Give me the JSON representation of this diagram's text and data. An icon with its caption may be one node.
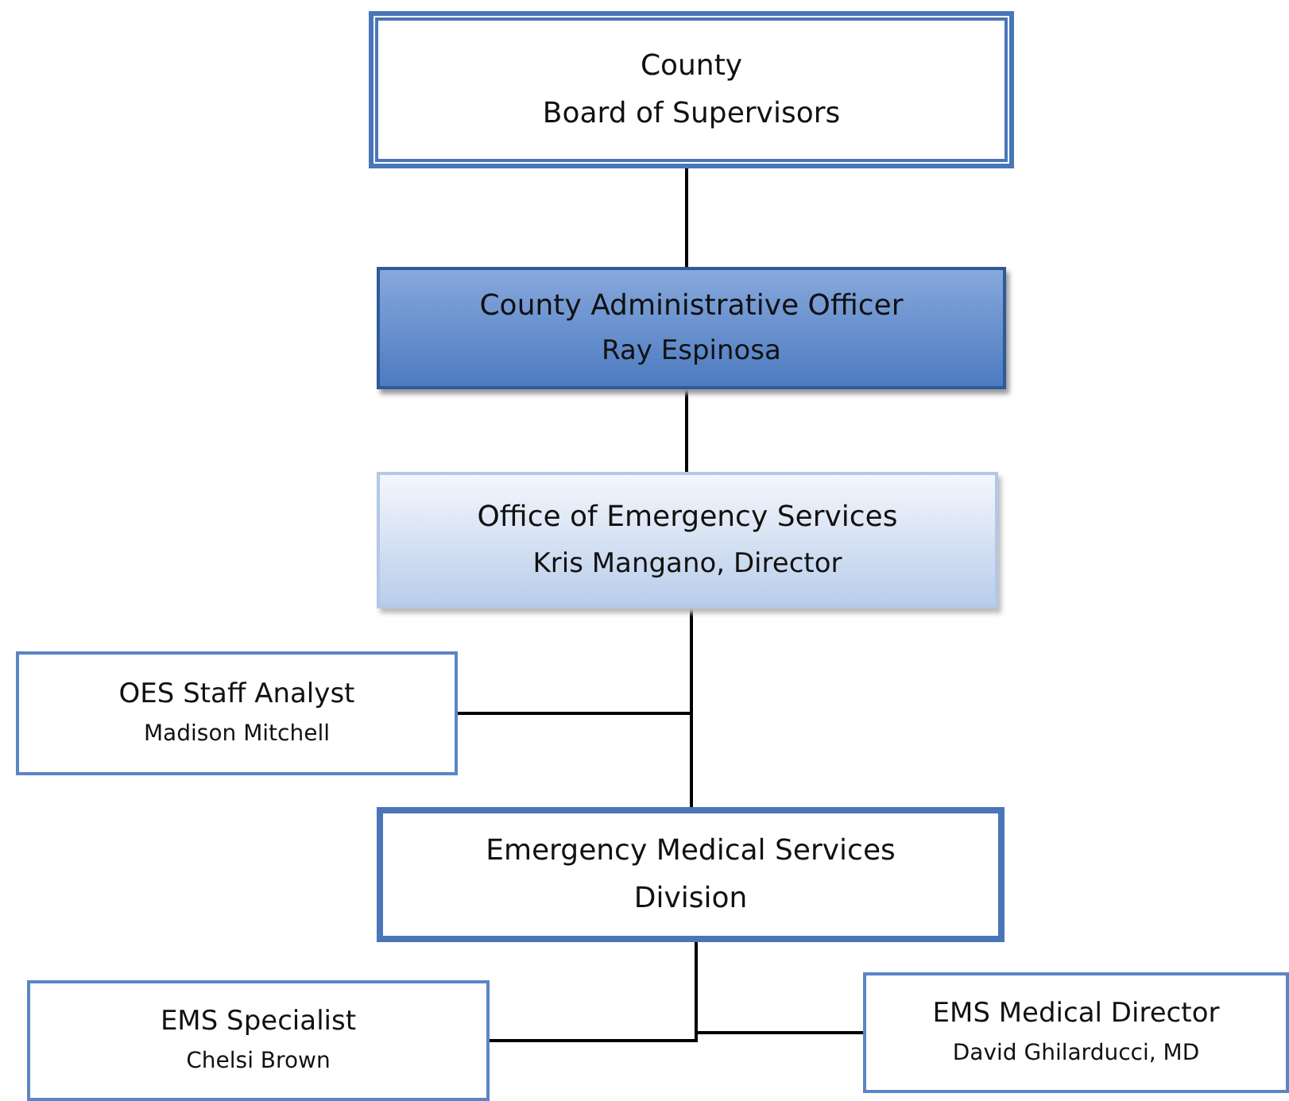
{
  "diagram": {
    "nodes": [
      {
        "text": [
          "County",
          "Board of Supervisors"
        ]
      },
      {
        "text": [
          "County Administrative Officer",
          "Ray Espinosa"
        ]
      },
      {
        "text": [
          "Office of Emergency Services",
          "Kris Mangano, Director"
        ]
      },
      {
        "text": [
          "OES Staff Analyst",
          "Madison Mitchell"
        ]
      },
      {
        "text": [
          "Emergency Medical Services",
          "Division"
        ]
      },
      {
        "text": [
          "EMS Specialist",
          "Chelsi Brown"
        ]
      },
      {
        "text": [
          "EMS Medical Director",
          "David Ghilarducci, MD"
        ]
      }
    ],
    "edges": [
      {
        "from": 0,
        "to": 1,
        "arrow": "none"
      },
      {
        "from": 1,
        "to": 2,
        "arrow": "none"
      },
      {
        "from": 2,
        "to": 3,
        "arrow": "none"
      },
      {
        "from": 2,
        "to": 4,
        "arrow": "none"
      },
      {
        "from": 4,
        "to": 5,
        "arrow": "none"
      },
      {
        "from": 4,
        "to": 6,
        "arrow": "none"
      }
    ]
  }
}
